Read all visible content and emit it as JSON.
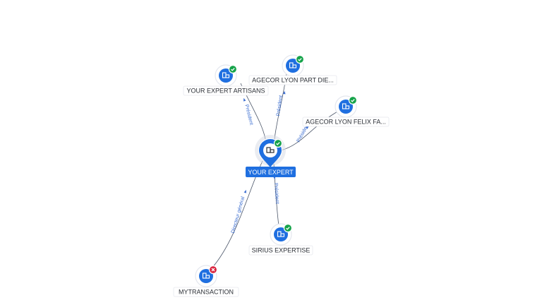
{
  "colors": {
    "accent": "#1f6fe0",
    "active_badge": "#16a34a",
    "inactive_badge": "#d9243e",
    "edge_label": "#3d6fd1"
  },
  "center": {
    "id": "yourexpert",
    "label": "YOUR EXPERT",
    "icon": "building-icon",
    "status": "active"
  },
  "nodes": [
    {
      "id": "artisans",
      "label": "YOUR EXPERT ARTISANS",
      "icon": "building-icon",
      "status": "active"
    },
    {
      "id": "partdieu",
      "label": "AGECOR LYON PART DIE...",
      "icon": "building-icon",
      "status": "active"
    },
    {
      "id": "felixfa",
      "label": "AGECOR LYON FELIX FA...",
      "icon": "building-icon",
      "status": "active"
    },
    {
      "id": "sirius",
      "label": "SIRIUS EXPERTISE",
      "icon": "building-icon",
      "status": "active"
    },
    {
      "id": "mytransaction",
      "label": "MYTRANSACTION",
      "icon": "building-icon",
      "status": "inactive"
    }
  ],
  "edges": [
    {
      "id": "e-artisans",
      "from": "yourexpert",
      "to": "artisans",
      "label": "Président"
    },
    {
      "id": "e-partdieu",
      "from": "yourexpert",
      "to": "partdieu",
      "label": "Président"
    },
    {
      "id": "e-felixfa",
      "from": "yourexpert",
      "to": "felixfa",
      "label": "Président"
    },
    {
      "id": "e-sirius",
      "from": "yourexpert",
      "to": "sirius",
      "label": "Président"
    },
    {
      "id": "e-mytransaction",
      "from": "yourexpert",
      "to": "mytransaction",
      "label": "Directeur général"
    }
  ]
}
